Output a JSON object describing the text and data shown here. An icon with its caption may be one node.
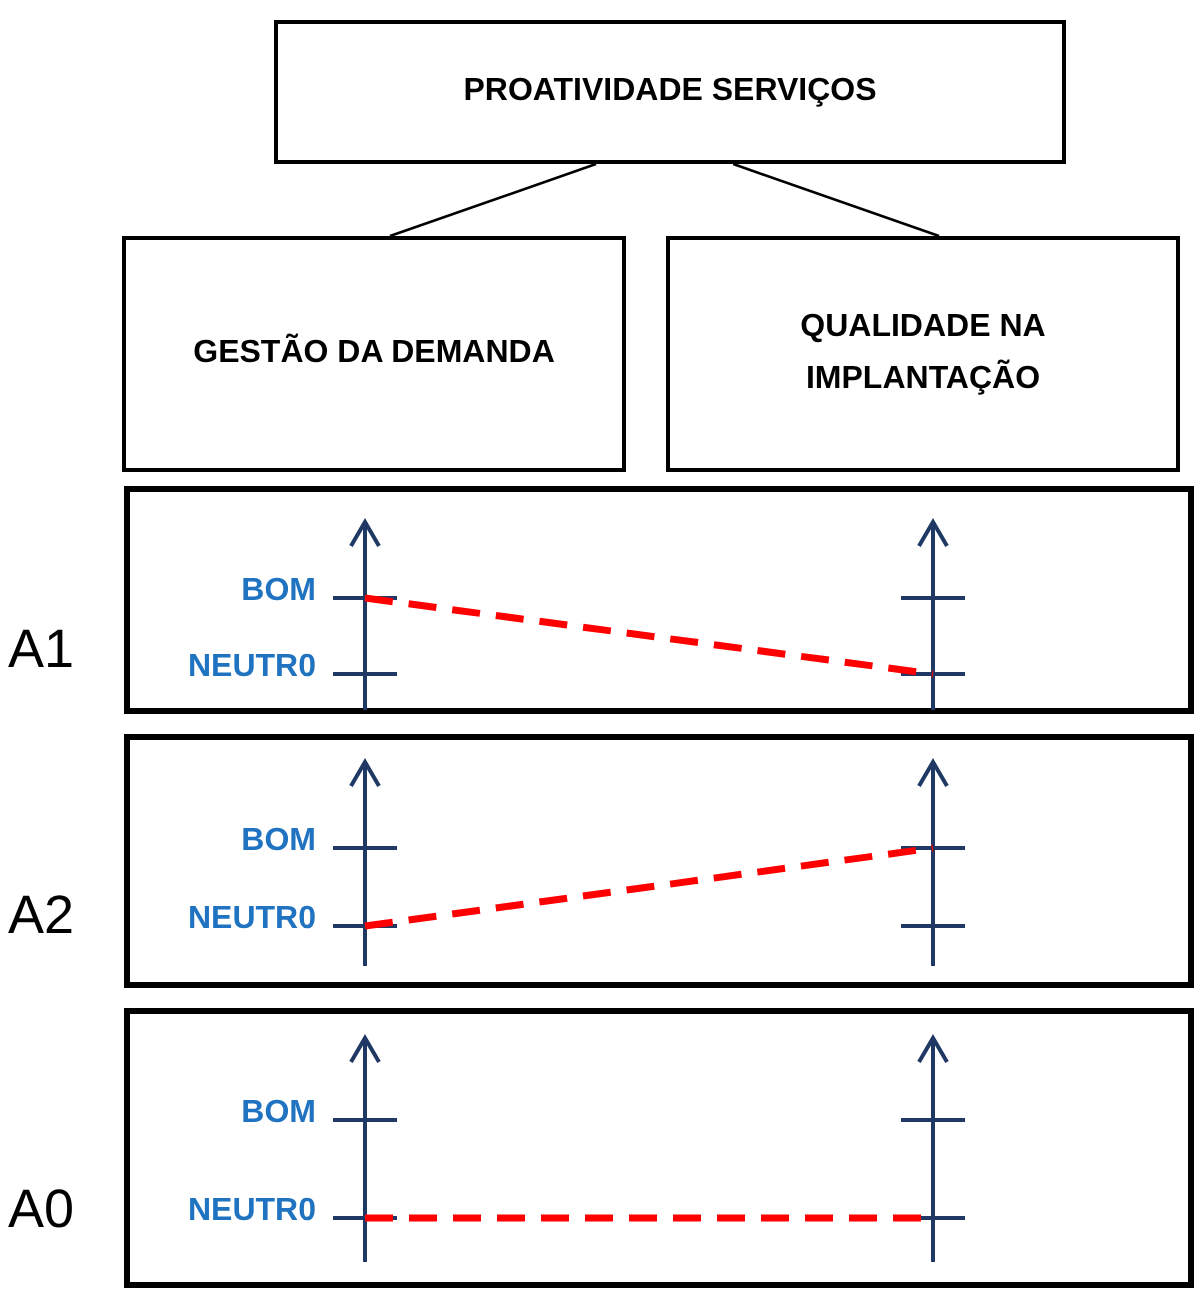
{
  "diagram": {
    "nodes": [
      {
        "text": [
          "PROATIVIDADE SERVIÇOS"
        ]
      },
      {
        "text": [
          "GESTÃO DA DEMANDA"
        ]
      },
      {
        "text": [
          "QUALIDADE NA IMPLANTAÇÃO"
        ]
      },
      {
        "text": [
          "BOM",
          "NEUTR0"
        ],
        "beside": [
          "A1"
        ]
      },
      {
        "text": [
          "BOM",
          "NEUTR0"
        ],
        "beside": [
          "A2"
        ]
      },
      {
        "text": [
          "BOM",
          "NEUTR0"
        ],
        "beside": [
          "A0"
        ]
      }
    ],
    "edges": [
      {
        "from": 0,
        "to": 1,
        "arrow": "none"
      },
      {
        "from": 0,
        "to": 2,
        "arrow": "none"
      }
    ]
  }
}
